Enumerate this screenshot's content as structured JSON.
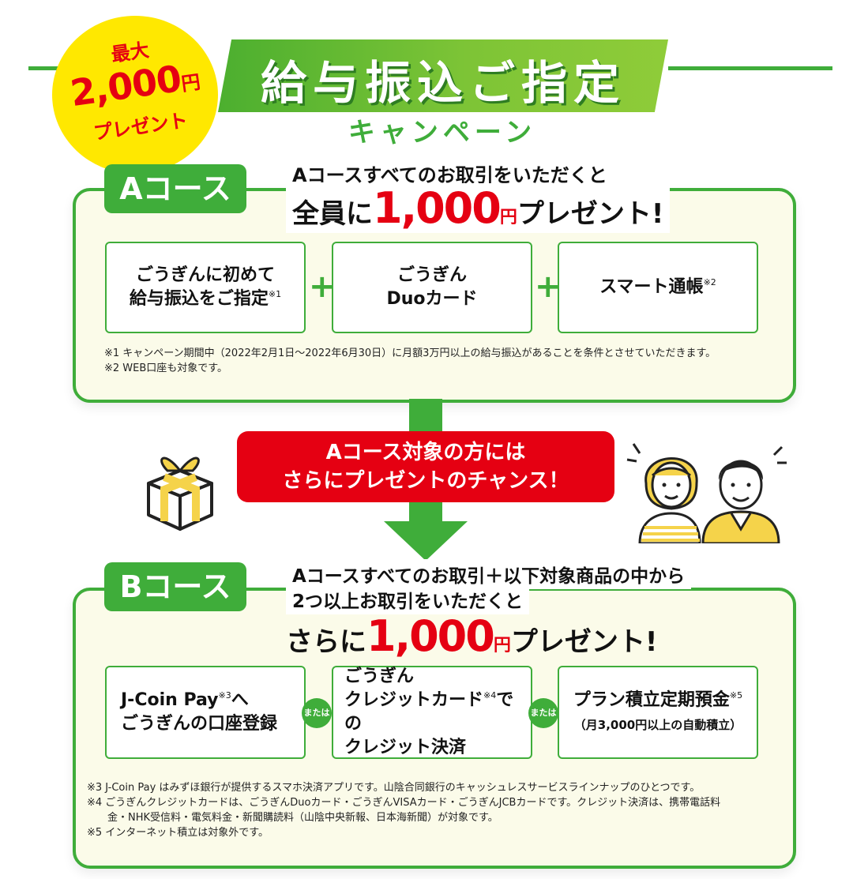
{
  "header": {
    "title": "給与振込ご指定",
    "subtitle": "キャンペーン",
    "badge": {
      "line1": "最大",
      "amount": "2,000",
      "unit": "円",
      "line3": "プレゼント"
    }
  },
  "course_a": {
    "tag": "Aコース",
    "headline": "Aコースすべてのお取引をいただくと",
    "benefit_prefix": "全員に",
    "benefit_amount": "1,000",
    "benefit_unit": "円",
    "benefit_suffix": "プレゼント!",
    "items": [
      {
        "line1": "ごうぎんに初めて",
        "line2": "給与振込をご指定",
        "mark": "※1"
      },
      {
        "line1": "ごうぎん",
        "line2": "Duoカード"
      },
      {
        "line1": "スマート通帳",
        "mark": "※2"
      }
    ],
    "joiner": "+",
    "notes": [
      "※1 キャンペーン期間中（2022年2月1日〜2022年6月30日）に月額3万円以上の給与振込があることを条件とさせていただきます。",
      "※2 WEB口座も対象です。"
    ]
  },
  "bridge": {
    "line1": "Aコース対象の方には",
    "line2": "さらにプレゼントのチャンス！"
  },
  "course_b": {
    "tag": "Bコース",
    "headline1": "Aコースすべてのお取引＋以下対象商品の中から",
    "headline2": "2つ以上お取引をいただくと",
    "benefit_prefix": "さらに",
    "benefit_amount": "1,000",
    "benefit_unit": "円",
    "benefit_suffix": "プレゼント!",
    "items": [
      {
        "line1a": "J-Coin Pay",
        "mark1": "※3",
        "line1b": "へ",
        "line2": "ごうぎんの口座登録"
      },
      {
        "line1": "ごうぎん",
        "line2a": "クレジットカード",
        "mark": "※4",
        "line2b": "での",
        "line3": "クレジット決済"
      },
      {
        "line1": "プラン積立定期預金",
        "mark": "※5",
        "line2": "（月3,000円以上の自動積立）"
      }
    ],
    "joiner": "または",
    "notes": [
      "※3 J-Coin Pay はみずほ銀行が提供するスマホ決済アプリです。山陰合同銀行のキャッシュレスサービスラインナップのひとつです。",
      "※4 ごうぎんクレジットカードは、ごうぎんDuoカード・ごうぎんVISAカード・ごうぎんJCBカードです。クレジット決済は、携帯電話料",
      "金・NHK受信料・電気料金・新聞購読料（山陰中央新報、日本海新聞）が対象です。",
      "※5 インターネット積立は対象外です。"
    ]
  },
  "colors": {
    "green": "#3fad3a",
    "red": "#e50012",
    "yellow": "#ffe800",
    "cream": "#fbfbe9"
  }
}
